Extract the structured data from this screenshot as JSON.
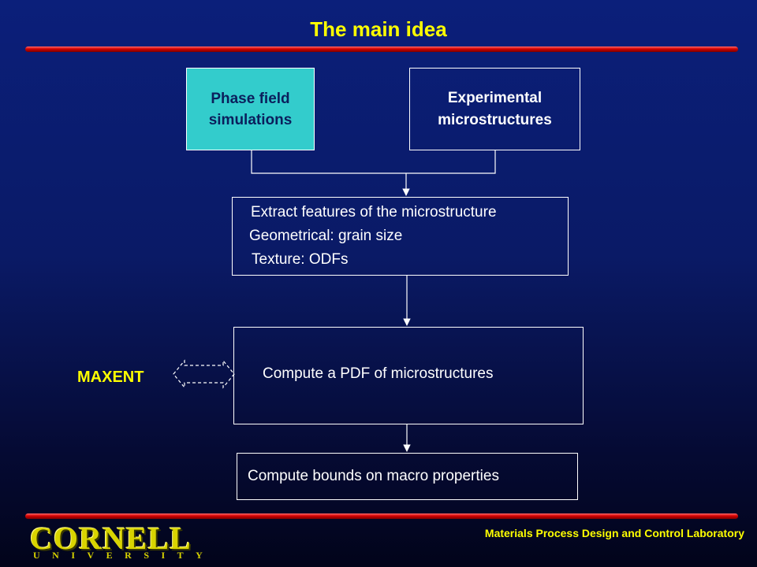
{
  "title": "The main idea",
  "boxes": {
    "phase_field": "Phase field\nsimulations",
    "experimental": "Experimental\nmicrostructures",
    "extract": {
      "line1": "Extract features of the microstructure",
      "line2": "Geometrical: grain size",
      "line3": "Texture: ODFs"
    },
    "pdf": "Compute a PDF of microstructures",
    "bounds": "Compute bounds on macro properties"
  },
  "maxent_label": "MAXENT",
  "footer": {
    "lab": "Materials Process Design and Control Laboratory",
    "logo_word": "CORNELL",
    "logo_sub": "UNIVERSITY"
  },
  "colors": {
    "title": "#ffff00",
    "bar": "#d40000",
    "phase_box": "#33cccc",
    "logo": "#d9d400"
  }
}
